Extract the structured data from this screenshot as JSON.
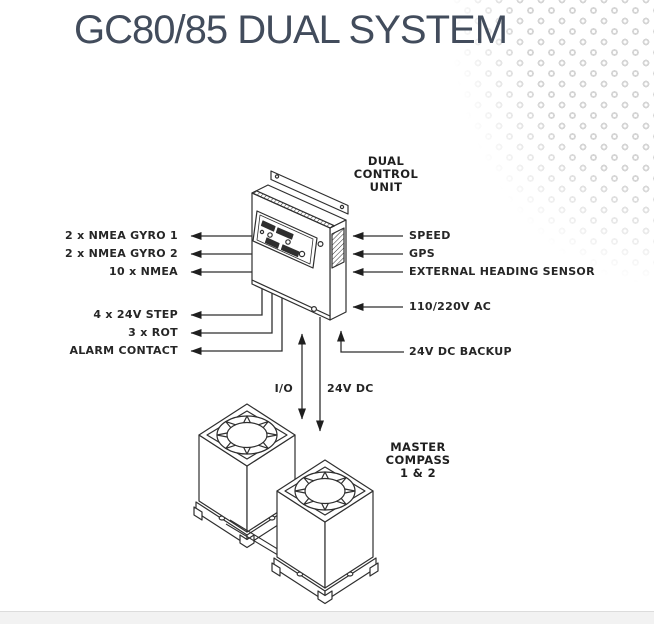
{
  "page": {
    "title": "GC80/85 DUAL SYSTEM"
  },
  "diagram": {
    "control_unit_label": [
      "DUAL",
      "CONTROL",
      "UNIT"
    ],
    "master_compass_label": [
      "MASTER",
      "COMPASS",
      "1 & 2"
    ],
    "left_ports": [
      "2 x NMEA GYRO 1",
      "2 x NMEA GYRO 2",
      "10 x NMEA",
      "4 x 24V STEP",
      "3 x ROT",
      "ALARM CONTACT"
    ],
    "right_ports": [
      "SPEED",
      "GPS",
      "EXTERNAL HEADING SENSOR",
      "110/220V AC",
      "24V DC BACKUP"
    ],
    "bus_labels": {
      "io": "I/O",
      "power": "24V DC"
    }
  },
  "colors": {
    "title_text": "#424C5C",
    "line_art": "#2F2F2F",
    "label_text": "#262626",
    "halftone_dot": "#D5D5D5",
    "footer_bg": "#F2F2F2"
  }
}
